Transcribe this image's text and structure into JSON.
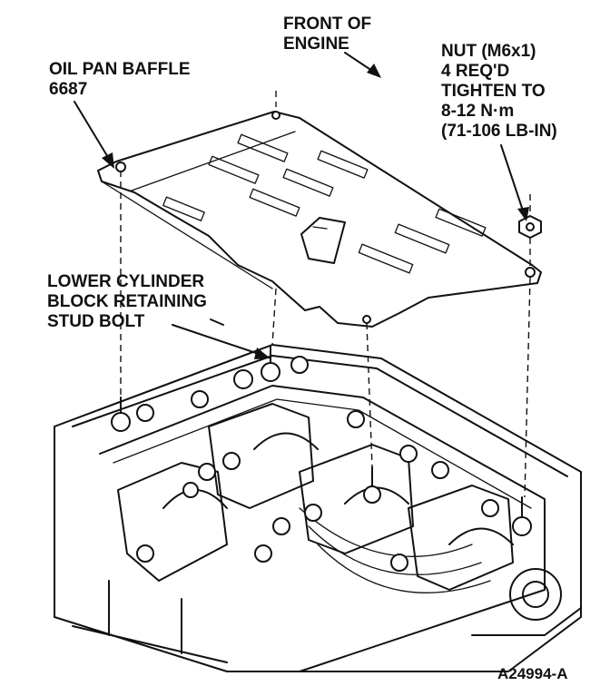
{
  "labels": {
    "front_of_engine": [
      "FRONT OF",
      "ENGINE"
    ],
    "oil_pan_baffle": [
      "OIL PAN BAFFLE",
      "6687"
    ],
    "nut": [
      "NUT (M6x1)",
      "4 REQ'D",
      "TIGHTEN TO",
      "8-12 N·m",
      "(71-106 LB-IN)"
    ],
    "stud_bolt": [
      "LOWER CYLINDER",
      "BLOCK RETAINING",
      "STUD BOLT"
    ]
  },
  "figure_id": "A24994-A"
}
